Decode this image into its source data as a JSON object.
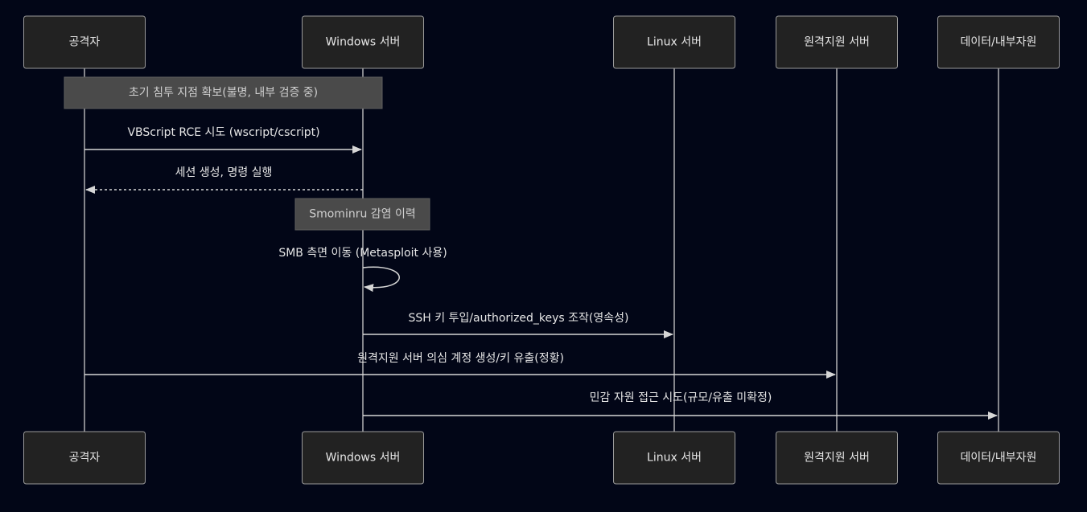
{
  "diagram": {
    "type": "sequence",
    "colors": {
      "background": "#020617",
      "actor_fill": "#222222",
      "actor_border": "#9a9a9a",
      "line": "#d6d6d6",
      "note_fill": "#4a4a4a",
      "text": "#e6e6e6"
    },
    "actors": [
      {
        "id": "attacker",
        "label": "공격자"
      },
      {
        "id": "win",
        "label": "Windows 서버"
      },
      {
        "id": "linux",
        "label": "Linux 서버"
      },
      {
        "id": "remote",
        "label": "원격지원 서버"
      },
      {
        "id": "data",
        "label": "데이터/내부자원"
      }
    ],
    "events": [
      {
        "kind": "note",
        "over": [
          "attacker",
          "win"
        ],
        "text": "초기 침투 지점 확보(불명, 내부 검증 중)"
      },
      {
        "kind": "message",
        "from": "attacker",
        "to": "win",
        "style": "solid",
        "text": "VBScript RCE 시도 (wscript/cscript)"
      },
      {
        "kind": "message",
        "from": "win",
        "to": "attacker",
        "style": "dashed",
        "text": "세션 생성, 명령 실행"
      },
      {
        "kind": "note",
        "over": [
          "win"
        ],
        "text": "Smominru 감염 이력"
      },
      {
        "kind": "message",
        "from": "win",
        "to": "win",
        "style": "solid",
        "text": "SMB 측면 이동 (Metasploit 사용)"
      },
      {
        "kind": "message",
        "from": "win",
        "to": "linux",
        "style": "solid",
        "text": "SSH 키 투입/authorized_keys 조작(영속성)"
      },
      {
        "kind": "message",
        "from": "attacker",
        "to": "remote",
        "style": "solid",
        "text": "원격지원 서버 의심 계정 생성/키 유출(정황)"
      },
      {
        "kind": "message",
        "from": "win",
        "to": "data",
        "style": "solid",
        "text": "민감 자원 접근 시도(규모/유출 미확정)"
      }
    ]
  }
}
